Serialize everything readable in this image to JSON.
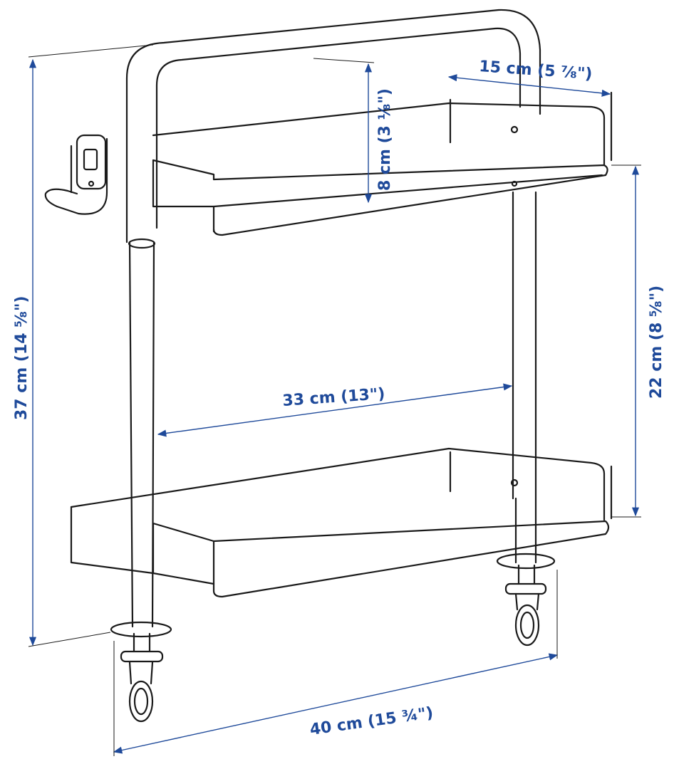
{
  "diagram": {
    "subject": "two-tier trolley with handle, hook and casters",
    "line_color": "#1a1a1a",
    "dimension_color": "#1f4a9a",
    "dimensions": {
      "overall_height": "37 cm (14 ⅝\")",
      "shelf_spacing": "22 cm (8 ⅝\")",
      "shelf_depth": "15 cm (5 ⅞\")",
      "upper_rim_height": "8 cm (3 ⅛\")",
      "inner_width": "33 cm (13\")",
      "overall_width": "40 cm (15 ¾\")"
    }
  }
}
